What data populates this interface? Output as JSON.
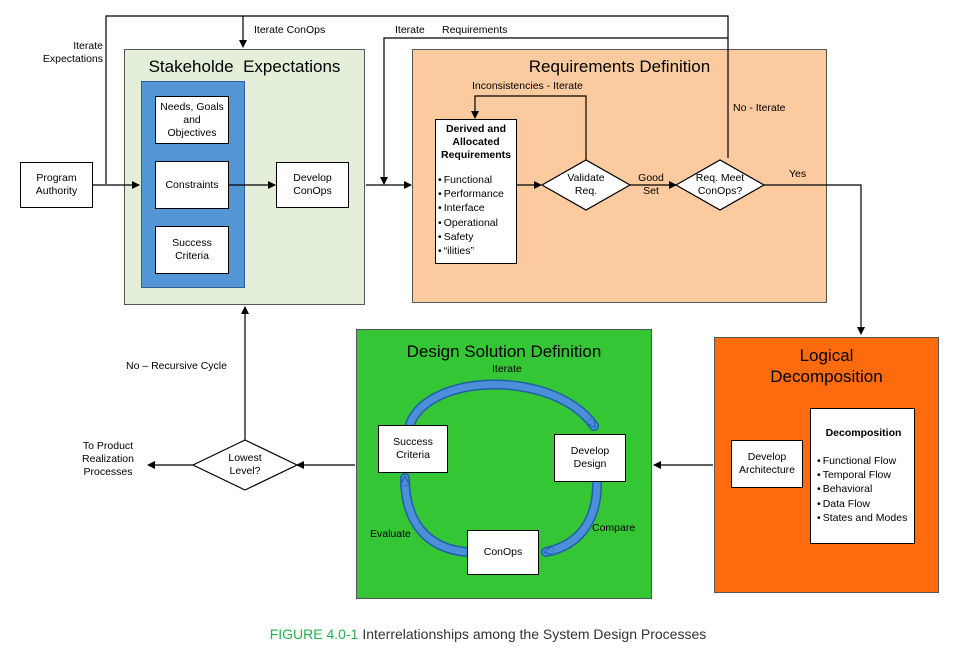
{
  "regions": {
    "stakeholder": {
      "title": "Stakeholde  Expectations",
      "color": "#e3efd9"
    },
    "requirements": {
      "title": "Requirements Definition",
      "color": "#fbcb9f"
    },
    "logical": {
      "title_line1": "Logical",
      "title_line2": "Decomposition",
      "color": "#fe6a0e"
    },
    "design": {
      "title": "Design Solution Definition",
      "color": "#35c635"
    }
  },
  "stakeholder_inner": {
    "color": "#5495d6",
    "needs": "Needs, Goals and Objectives",
    "constraints": "Constraints",
    "success": "Success Criteria"
  },
  "boxes": {
    "program_authority": "Program Authority",
    "develop_conops": "Develop ConOps",
    "derived_title": "Derived and Allocated Requirements",
    "derived_items": [
      "Functional",
      "Performance",
      "Interface",
      "Operational",
      "Safety",
      "“ilities”"
    ],
    "develop_architecture": "Develop Architecture",
    "decomp_title": "Decomposition",
    "decomp_items": [
      "Functional Flow",
      "Temporal Flow",
      "Behavioral",
      "Data Flow",
      "States and Modes"
    ],
    "ds_success": "Success Criteria",
    "ds_develop_design": "Develop Design",
    "ds_conops": "ConOps"
  },
  "diamonds": {
    "validate": "Validate Req.",
    "req_meet": "Req. Meet ConOps?",
    "lowest": "Lowest Level?"
  },
  "labels": {
    "iterate_expectations": "Iterate Expectations",
    "iterate_conops": "Iterate ConOps",
    "iterate": "Iterate",
    "requirements": "Requirements",
    "inconsistencies": "Inconsistencies - Iterate",
    "no_iterate": "No - Iterate",
    "good_set": "Good Set",
    "yes": "Yes",
    "no_recursive": "No – Recursive Cycle",
    "to_product": "To Product Realization Processes",
    "cycle_iterate": "Iterate",
    "evaluate": "Evaluate",
    "compare": "Compare"
  },
  "caption": {
    "number": "FIGURE 4.0-1",
    "text": "Interrelationships among the System Design Processes"
  }
}
